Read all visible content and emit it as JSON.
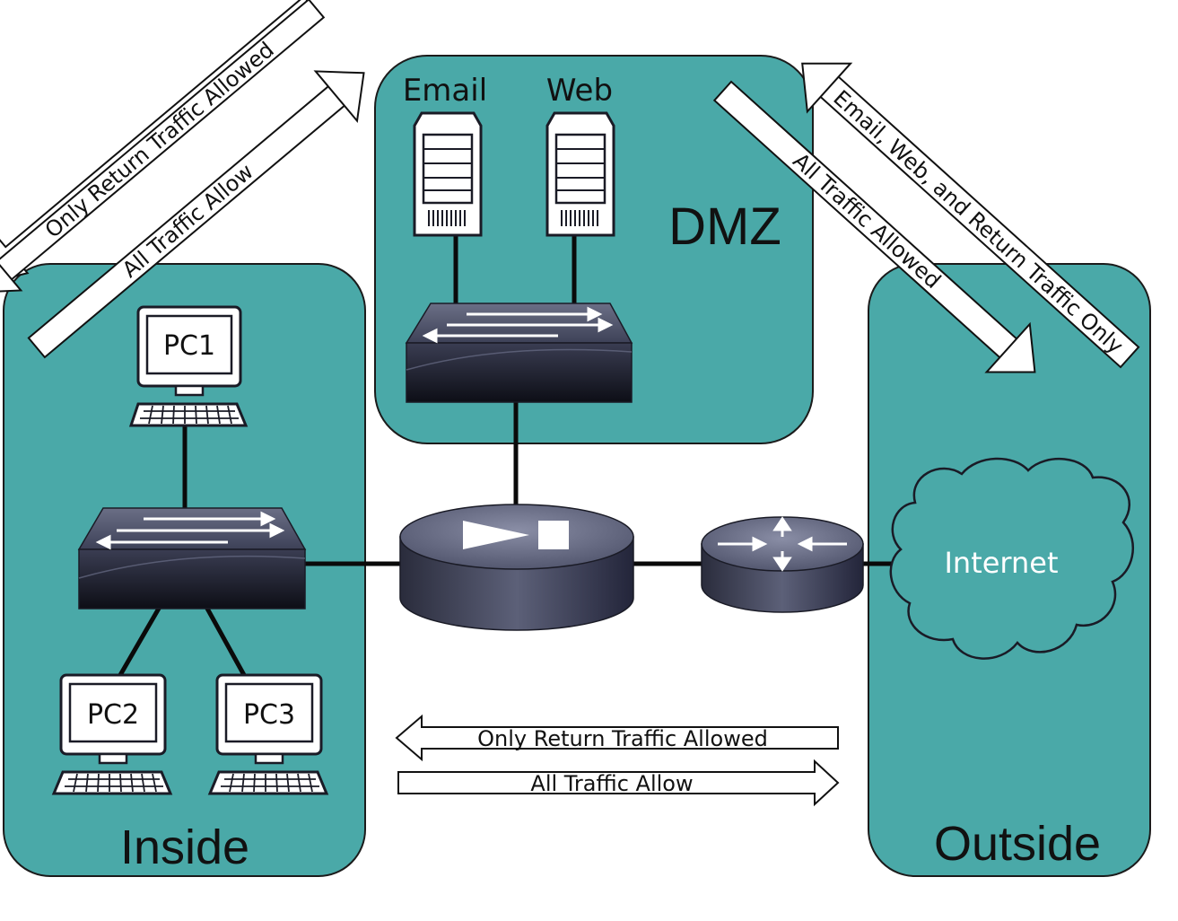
{
  "zones": {
    "inside": "Inside",
    "dmz": "DMZ",
    "outside": "Outside"
  },
  "servers": {
    "email": "Email",
    "web": "Web"
  },
  "pcs": {
    "pc1": "PC1",
    "pc2": "PC2",
    "pc3": "PC3"
  },
  "cloud": "Internet",
  "arrows": {
    "inside_dmz_return": "Only Return Traffic Allowed",
    "inside_dmz_all": "All Traffic Allow",
    "dmz_outside_return": "Email, Web, and Return Traffic Only",
    "dmz_outside_all": "All Traffic Allowed",
    "inside_outside_return": "Only Return Traffic Allowed",
    "inside_outside_all": "All Traffic Allow"
  },
  "colors": {
    "zone_fill": "#4aa9a8",
    "device_body": "#2e3145"
  }
}
